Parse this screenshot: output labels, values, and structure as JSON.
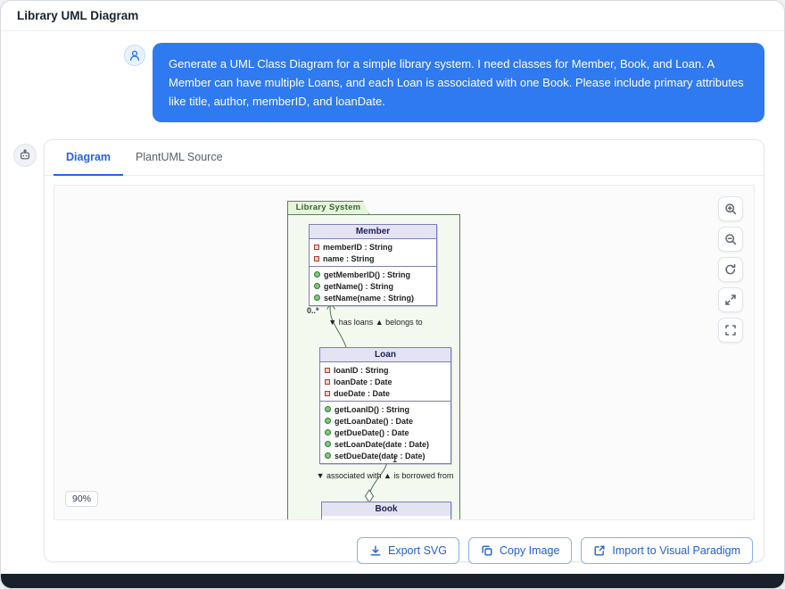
{
  "header": {
    "title": "Library UML Diagram"
  },
  "chat": {
    "message": "Generate a UML Class Diagram for a simple library system. I need classes for Member, Book, and Loan. A Member can have multiple Loans, and each Loan is associated with one Book. Please include primary attributes like title, author, memberID, and loanDate."
  },
  "panel": {
    "tabs": [
      {
        "label": "Diagram"
      },
      {
        "label": "PlantUML Source"
      }
    ],
    "zoom_level": "90%",
    "actions": [
      {
        "label": "Export SVG"
      },
      {
        "label": "Copy Image"
      },
      {
        "label": "Import to Visual Paradigm"
      }
    ]
  },
  "diagram": {
    "package_name": "Library System",
    "classes": {
      "member": {
        "name": "Member",
        "attributes": [
          "memberID : String",
          "name : String"
        ],
        "methods": [
          "getMemberID() : String",
          "getName() : String",
          "setName(name : String)"
        ]
      },
      "loan": {
        "name": "Loan",
        "attributes": [
          "loanID : String",
          "loanDate : Date",
          "dueDate : Date"
        ],
        "methods": [
          "getLoanID() : String",
          "getLoanDate() : Date",
          "getDueDate() : Date",
          "setLoanDate(date : Date)",
          "setDueDate(date : Date)"
        ]
      },
      "book": {
        "name": "Book"
      }
    },
    "relations": [
      {
        "multiplicity": "0..*",
        "label": "▼ has loans ▲ belongs to"
      },
      {
        "multiplicity": "1",
        "label": "▼ associated with ▲ is borrowed from"
      }
    ]
  },
  "icons": {
    "toolbar": [
      "zoom-in",
      "zoom-out",
      "reset-view",
      "fullscreen",
      "fit-to-screen"
    ],
    "actions": [
      "download",
      "copy",
      "external-link"
    ],
    "user_avatar": "person",
    "assistant_avatar": "robot"
  },
  "colors": {
    "accent_blue": "#2f7af0",
    "tab_active_blue": "#2563eb",
    "package_fill": "#f4f9ef",
    "package_border": "#5c7f5c",
    "class_header_fill": "#e3e3f4",
    "class_border": "#7d7db5",
    "footer_dark": "#18202c"
  }
}
